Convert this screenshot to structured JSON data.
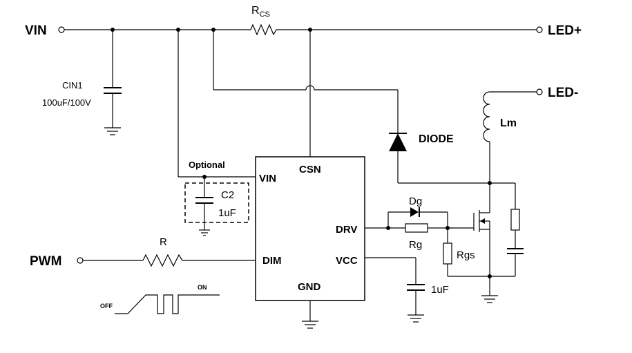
{
  "terminals": {
    "vin": "VIN",
    "led_plus": "LED+",
    "led_minus": "LED-",
    "pwm": "PWM"
  },
  "components": {
    "rcs_main": "R",
    "rcs_sub": "CS",
    "cin1_name": "CIN1",
    "cin1_value": "100uF/100V",
    "diode": "DIODE",
    "inductor": "Lm",
    "optional": "Optional",
    "c2_name": "C2",
    "c2_value": "1uF",
    "r_dim": "R",
    "dg": "Dg",
    "rg": "Rg",
    "rgs": "Rgs",
    "vcc_cap": "1uF",
    "waveform_off": "OFF",
    "waveform_on": "ON"
  },
  "ic": {
    "vin": "VIN",
    "csn": "CSN",
    "drv": "DRV",
    "dim": "DIM",
    "vcc": "VCC",
    "gnd": "GND"
  }
}
